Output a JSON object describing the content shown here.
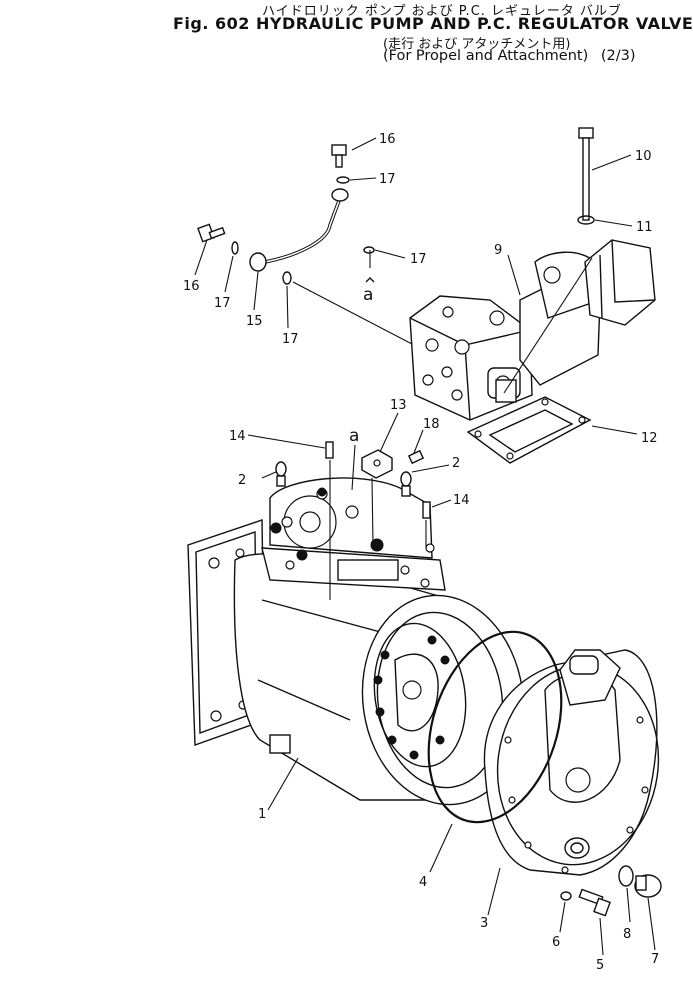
{
  "header": {
    "japanese_line1": "ハイドロリック ポンプ および P.C. レギュレータ バルブ",
    "title": "Fig. 602 HYDRAULIC PUMP AND P.C. REGULATOR VALVE",
    "japanese_line2": "(走行 および アタッチメント用)",
    "subtitle": "(For Propel and Attachment)",
    "page": "(2/3)"
  },
  "callouts": [
    {
      "id": "c16a",
      "label": "16"
    },
    {
      "id": "c17a",
      "label": "17"
    },
    {
      "id": "c10",
      "label": "10"
    },
    {
      "id": "c11",
      "label": "11"
    },
    {
      "id": "c9",
      "label": "9"
    },
    {
      "id": "c17b",
      "label": "17"
    },
    {
      "id": "c16b",
      "label": "16"
    },
    {
      "id": "c17c",
      "label": "17"
    },
    {
      "id": "c15",
      "label": "15"
    },
    {
      "id": "c17d",
      "label": "17"
    },
    {
      "id": "c13",
      "label": "13"
    },
    {
      "id": "c14a",
      "label": "14"
    },
    {
      "id": "c18",
      "label": "18"
    },
    {
      "id": "c12",
      "label": "12"
    },
    {
      "id": "c2a",
      "label": "2"
    },
    {
      "id": "c2b",
      "label": "2"
    },
    {
      "id": "c14b",
      "label": "14"
    },
    {
      "id": "c1",
      "label": "1"
    },
    {
      "id": "c4",
      "label": "4"
    },
    {
      "id": "c3",
      "label": "3"
    },
    {
      "id": "c6",
      "label": "6"
    },
    {
      "id": "c5",
      "label": "5"
    },
    {
      "id": "c8",
      "label": "8"
    },
    {
      "id": "c7",
      "label": "7"
    }
  ],
  "connection_marks": [
    {
      "id": "a1",
      "label": "a"
    },
    {
      "id": "a2",
      "label": "a"
    }
  ]
}
